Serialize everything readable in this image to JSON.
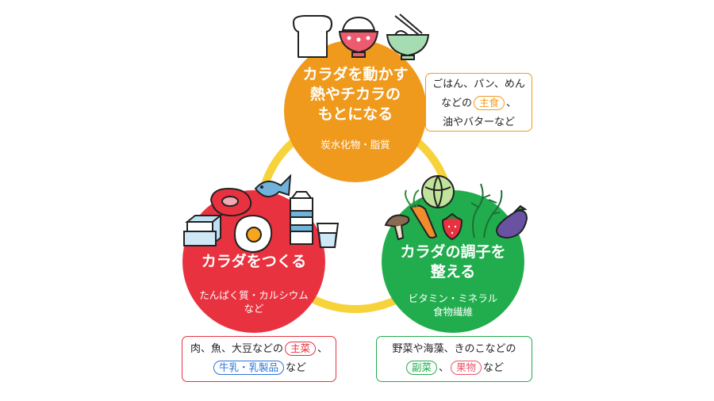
{
  "colors": {
    "ring": "#f6d33a",
    "energy": "#f09a1d",
    "body": "#e9323f",
    "condition": "#21ad4d",
    "blue": "#2a73d9",
    "pink": "#e8566a"
  },
  "energy": {
    "title_lines": [
      "カラダを動かす",
      "熱やチカラの",
      "もとになる"
    ],
    "subtitle": "炭水化物・脂質",
    "icons": [
      "bread-icon",
      "rice-bowl-icon",
      "noodle-bowl-icon"
    ],
    "box": {
      "line1": "ごはん、パン、めん",
      "line2_pre": "などの",
      "pill": "主食",
      "line2_post": "、",
      "line3": "油やバターなど"
    }
  },
  "body": {
    "title": "カラダをつくる",
    "subtitle_lines": [
      "たんぱく質・カルシウム",
      "など"
    ],
    "icons": [
      "meat-icon",
      "fish-icon",
      "tofu-icon",
      "egg-icon",
      "milk-carton-icon",
      "milk-glass-icon"
    ],
    "box": {
      "line1_pre": "肉、魚、大豆などの",
      "pill1": "主菜",
      "line1_post": "、",
      "pill2": "牛乳・乳製品",
      "line2_post": "など"
    }
  },
  "condition": {
    "title_lines": [
      "カラダの調子を",
      "整える"
    ],
    "subtitle_lines": [
      "ビタミン・ミネラル",
      "食物繊維"
    ],
    "icons": [
      "mushroom-icon",
      "carrot-icon",
      "cabbage-icon",
      "strawberry-icon",
      "seaweed-icon",
      "eggplant-icon"
    ],
    "box": {
      "line1": "野菜や海藻、きのこなどの",
      "pill1": "副菜",
      "sep": "、",
      "pill2": "果物",
      "line2_post": "など"
    }
  }
}
